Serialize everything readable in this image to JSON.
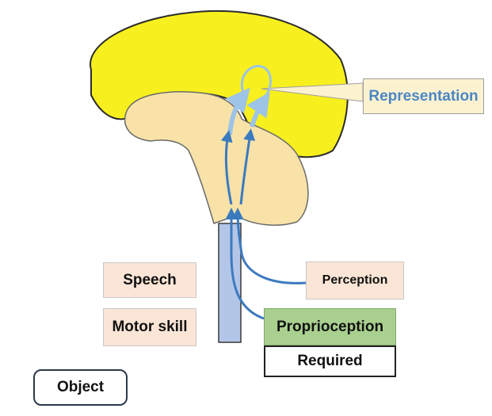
{
  "labels": {
    "representation": "Representation",
    "speech": "Speech",
    "motor_skill": "Motor skill",
    "perception": "Perception",
    "proprioception": "Proprioception",
    "required": "Required",
    "object": "Object"
  },
  "colors": {
    "cortex": "#f7f01e",
    "inner_brain": "#f8e2a8",
    "brainstem": "#b4c6e7",
    "arrow_dark": "#3c7abf",
    "arrow_light": "#9dc3e6",
    "representation_text": "#4a86c5",
    "label_peach": "#fbe5d6",
    "proprioception_green": "#a9d08e"
  }
}
